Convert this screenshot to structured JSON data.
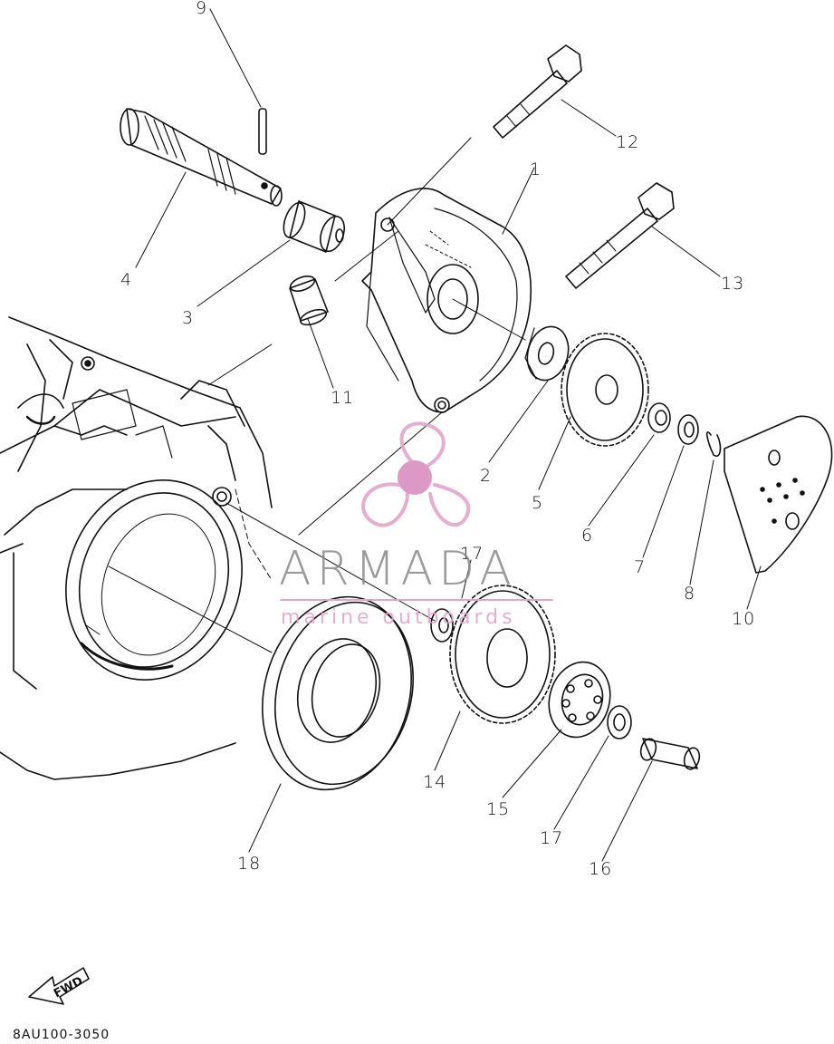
{
  "diagram": {
    "callouts": {
      "c1": "1",
      "c2": "2",
      "c3": "3",
      "c4": "4",
      "c5": "5",
      "c6": "6",
      "c7": "7",
      "c8": "8",
      "c9": "9",
      "c10": "10",
      "c11": "11",
      "c12": "12",
      "c13": "13",
      "c14": "14",
      "c15": "15",
      "c16": "16",
      "c17a": "17",
      "c17b": "17",
      "c18": "18"
    },
    "direction_label": "FWD",
    "drawing_code": "8AU100-3050"
  },
  "watermark": {
    "brand": "ARMADA",
    "tagline": "marine outboards",
    "logo_color": "#e3a5cc",
    "logo_center_color": "#d98fc0",
    "text_color": "#8a8a8a"
  },
  "colors": {
    "line": "#111111",
    "background": "#ffffff"
  }
}
